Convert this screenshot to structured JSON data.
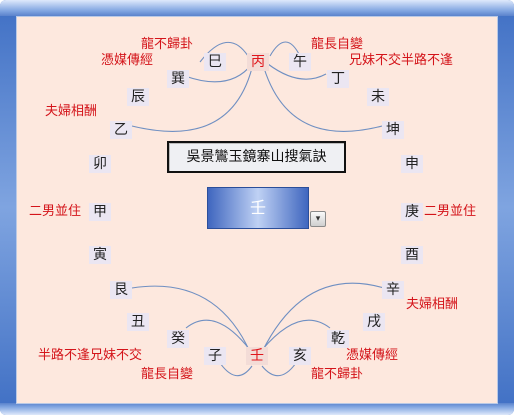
{
  "title": "吳景鸞玉鏡寨山搜氣訣",
  "center_glyph": "壬",
  "dropdown_icon": "▾",
  "directions": [
    {
      "id": "si",
      "text": "巳",
      "highlight": false
    },
    {
      "id": "bing",
      "text": "丙",
      "highlight": true
    },
    {
      "id": "wu",
      "text": "午",
      "highlight": false
    },
    {
      "id": "xun",
      "text": "巽",
      "highlight": false
    },
    {
      "id": "ding",
      "text": "丁",
      "highlight": false
    },
    {
      "id": "chen",
      "text": "辰",
      "highlight": false
    },
    {
      "id": "wei",
      "text": "未",
      "highlight": false
    },
    {
      "id": "yi",
      "text": "乙",
      "highlight": false
    },
    {
      "id": "kun",
      "text": "坤",
      "highlight": false
    },
    {
      "id": "mao",
      "text": "卯",
      "highlight": false
    },
    {
      "id": "shen",
      "text": "申",
      "highlight": false
    },
    {
      "id": "jia",
      "text": "甲",
      "highlight": false
    },
    {
      "id": "geng",
      "text": "庚",
      "highlight": false
    },
    {
      "id": "yin",
      "text": "寅",
      "highlight": false
    },
    {
      "id": "you",
      "text": "酉",
      "highlight": false
    },
    {
      "id": "gen",
      "text": "艮",
      "highlight": false
    },
    {
      "id": "xin",
      "text": "辛",
      "highlight": false
    },
    {
      "id": "chou",
      "text": "丑",
      "highlight": false
    },
    {
      "id": "xu",
      "text": "戌",
      "highlight": false
    },
    {
      "id": "gui",
      "text": "癸",
      "highlight": false
    },
    {
      "id": "qian",
      "text": "乾",
      "highlight": false
    },
    {
      "id": "zi",
      "text": "子",
      "highlight": false
    },
    {
      "id": "ren",
      "text": "壬",
      "highlight": true
    },
    {
      "id": "hai",
      "text": "亥",
      "highlight": false
    }
  ],
  "notes": [
    {
      "id": "long-bu-gui-gua-top",
      "text": "龍不歸卦"
    },
    {
      "id": "ping-mei-chuan-xing-top",
      "text": "憑媒傳經"
    },
    {
      "id": "long-zhang-zi-bian-top",
      "text": "龍長自變"
    },
    {
      "id": "xiong-mei-bu-jiao-top",
      "text": "兄妹不交半路不逢"
    },
    {
      "id": "fu-fu-xiang-chou-left",
      "text": "夫婦相酬"
    },
    {
      "id": "er-nan-bing-zhu-left",
      "text": "二男並住"
    },
    {
      "id": "er-nan-bing-zhu-right",
      "text": "二男並住"
    },
    {
      "id": "fu-fu-xiang-chou-right",
      "text": "夫婦相酬"
    },
    {
      "id": "ban-lu-bu-feng-bottom",
      "text": "半路不逢兄妹不交"
    },
    {
      "id": "ping-mei-chuan-xing-bottom",
      "text": "憑媒傳經"
    },
    {
      "id": "long-zhang-zi-bian-bottom",
      "text": "龍長自變"
    },
    {
      "id": "long-bu-gui-gua-bottom",
      "text": "龍不歸卦"
    }
  ],
  "colors": {
    "accent_red": "#e0161c",
    "frame_blue": "#3f6fc4",
    "arc_blue": "#6f8fc2"
  }
}
